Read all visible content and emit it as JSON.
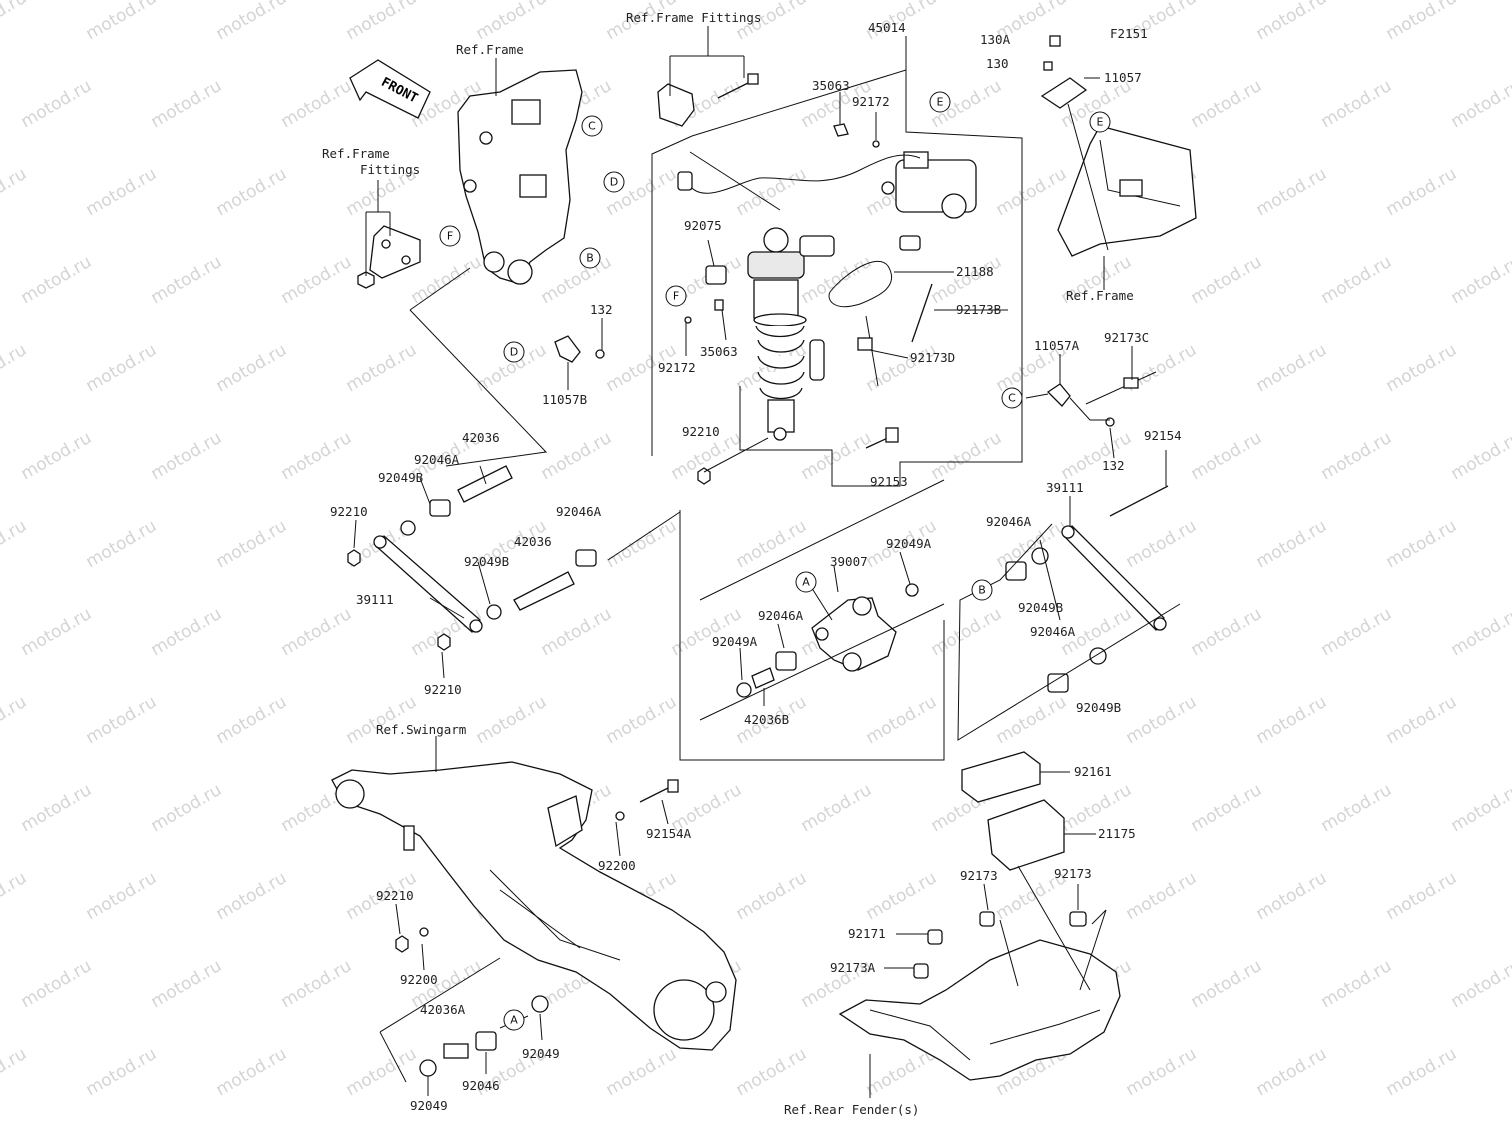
{
  "diagram_code": "F2151",
  "watermark": "motod.ru",
  "front_label": "FRONT",
  "references": {
    "frame_fittings_top": "Ref.Frame Fittings",
    "frame": "Ref.Frame",
    "frame_fittings_left_l1": "Ref.Frame",
    "frame_fittings_left_l2": "Fittings",
    "frame_right": "Ref.Frame",
    "swingarm": "Ref.Swingarm",
    "rear_fender": "Ref.Rear Fender(s)"
  },
  "parts": {
    "p45014": "45014",
    "p35063_top": "35063",
    "p92172_top": "92172",
    "p92075": "92075",
    "p21188": "21188",
    "p92173B": "92173B",
    "p35063_bot": "35063",
    "p92172_bot": "92172",
    "p92173D": "92173D",
    "p130A": "130A",
    "p130": "130",
    "p11057": "11057",
    "p132_top": "132",
    "p11057B": "11057B",
    "p11057A": "11057A",
    "p92173C": "92173C",
    "p132_right": "132",
    "p92154": "92154",
    "p42036_top": "42036",
    "p92046A_top": "92046A",
    "p92049B_top": "92049B",
    "p92210_left": "92210",
    "p92049B_mid": "92049B",
    "p42036_mid": "42036",
    "p92046A_mid": "92046A",
    "p39111_left": "39111",
    "p92210_bot": "92210",
    "p92210_shock": "92210",
    "p92153": "92153",
    "p39007": "39007",
    "p92049A_a": "92049A",
    "p92046A_c": "92046A",
    "p92049A_b": "92049A",
    "p42036B": "42036B",
    "p39111_right": "39111",
    "p92046A_r": "92046A",
    "p92049B_r": "92049B",
    "p92046A_r2": "92046A",
    "p92049B_r2": "92049B",
    "p92161": "92161",
    "p21175": "21175",
    "p92173_a": "92173",
    "p92173_b": "92173",
    "p92171": "92171",
    "p92173A": "92173A",
    "p92154A": "92154A",
    "p92200_top": "92200",
    "p92210_sw": "92210",
    "p92200_sw": "92200",
    "p42036A": "42036A",
    "p92049_sw": "92049",
    "p92046_sw": "92046",
    "p92049_bot": "92049"
  },
  "callouts": {
    "A": "A",
    "B": "B",
    "C": "C",
    "D": "D",
    "E": "E",
    "F": "F"
  }
}
